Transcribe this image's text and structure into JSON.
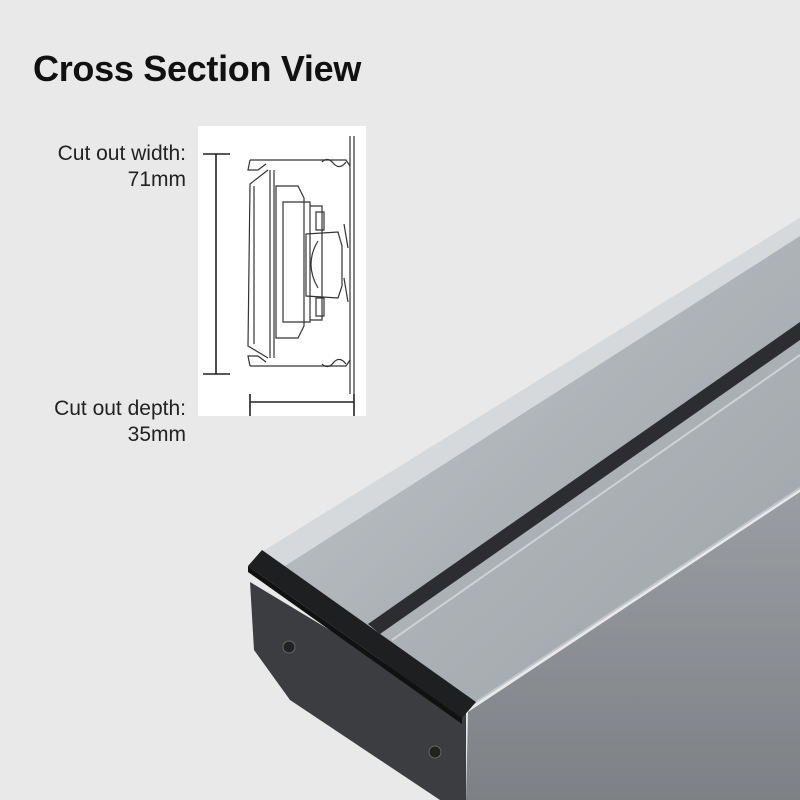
{
  "title": "Cross Section View",
  "dimensions": {
    "width_label": "Cut out width:",
    "width_value": "71mm",
    "depth_label": "Cut out depth:",
    "depth_value": "35mm"
  }
}
